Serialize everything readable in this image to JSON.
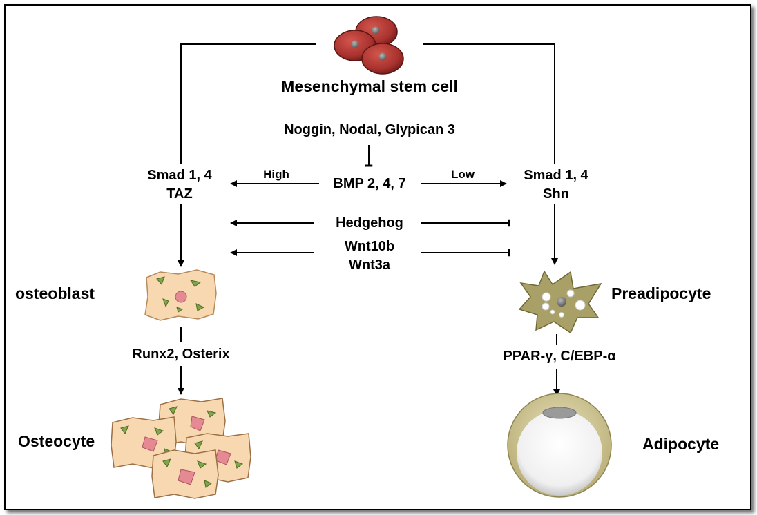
{
  "top_cell": "Mesenchymal stem cell",
  "inhibitors": "Noggin, Nodal, Glypican 3",
  "bmp": "BMP 2, 4, 7",
  "high": "High",
  "low": "Low",
  "left_smad": {
    "line1": "Smad 1, 4",
    "line2": "TAZ"
  },
  "right_smad": {
    "line1": "Smad 1, 4",
    "line2": "Shn"
  },
  "hedgehog": "Hedgehog",
  "wnt": {
    "line1": "Wnt10b",
    "line2": "Wnt3a"
  },
  "osteoblast": "osteoblast",
  "preadipocyte": "Preadipocyte",
  "osteo_factors": "Runx2, Osterix",
  "adipo_factors": "PPAR-γ, C/EBP-α",
  "osteocyte": "Osteocyte",
  "adipocyte": "Adipocyte",
  "colors": {
    "stem_cell": "#a8322e",
    "osteo_cell": "#f7d8b0",
    "osteo_nucleus": "#e58a93",
    "organelle": "#7fa64a",
    "preadipocyte": "#a8a066",
    "adipocyte_rim": "#cfc592"
  }
}
